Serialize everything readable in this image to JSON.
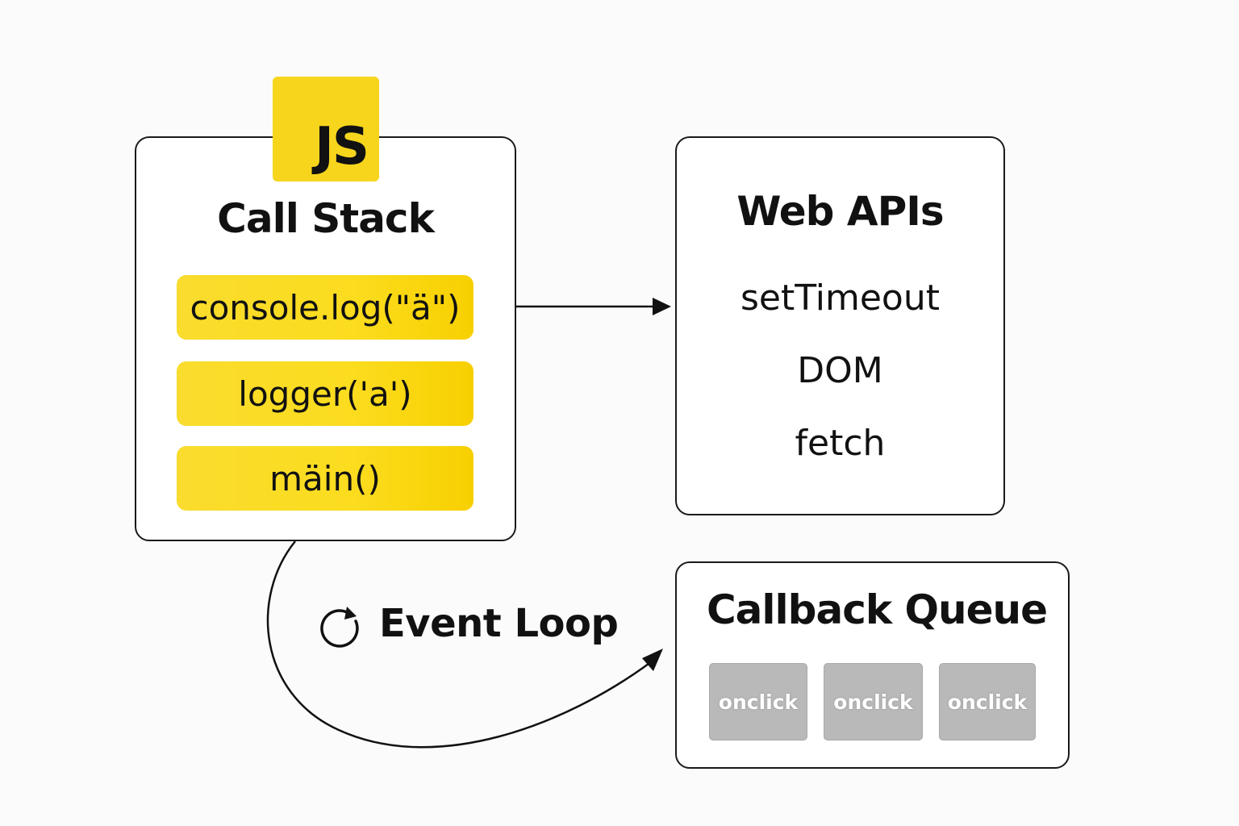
{
  "logo": {
    "text": "JS",
    "color": "#f7d51d"
  },
  "call_stack": {
    "title": "Call Stack",
    "frames": [
      "console.log(\"ä\")",
      "logger('a')",
      "mäin()"
    ],
    "frame_color": "#fbdc1e"
  },
  "web_apis": {
    "title": "Web APIs",
    "items": [
      "setTimeout",
      "DOM",
      "fetch"
    ]
  },
  "event_loop": {
    "label": "Event Loop",
    "icon": "refresh-icon"
  },
  "callback_queue": {
    "title": "Callback Queue",
    "items": [
      "onclick",
      "onclick",
      "onclick"
    ],
    "item_color": "#b9b9b9"
  }
}
